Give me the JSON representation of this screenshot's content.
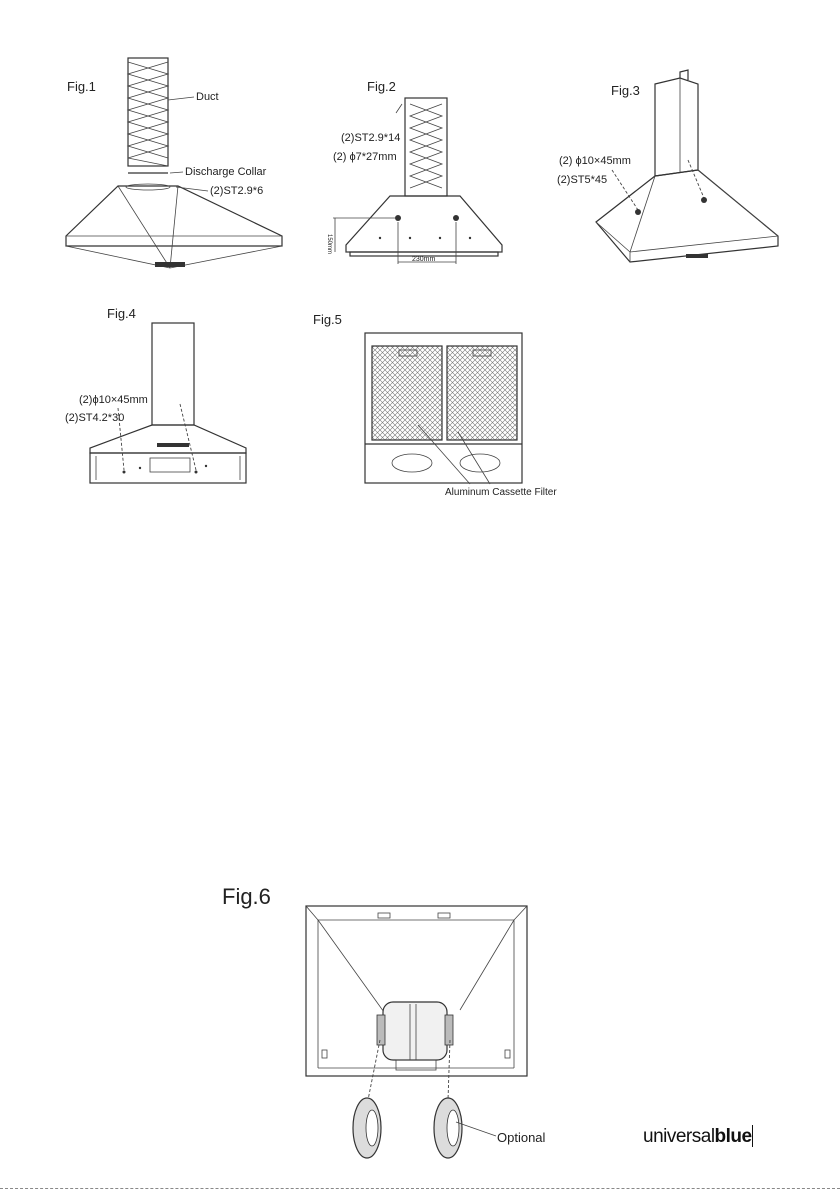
{
  "figures": {
    "fig1": {
      "title": "Fig.1",
      "labels": {
        "duct": "Duct",
        "collar": "Discharge Collar",
        "screw": "(2)ST2.9*6"
      }
    },
    "fig2": {
      "title": "Fig.2",
      "labels": {
        "screw": "(2)ST2.9*14",
        "anchor": "(2) ϕ7*27mm",
        "height": "150mm",
        "width": "230mm"
      }
    },
    "fig3": {
      "title": "Fig.3",
      "labels": {
        "anchor": "(2) ϕ10×45mm",
        "screw": "(2)ST5*45"
      }
    },
    "fig4": {
      "title": "Fig.4",
      "labels": {
        "anchor": "(2)ϕ10×45mm",
        "screw": "(2)ST4.2*30"
      }
    },
    "fig5": {
      "title": "Fig.5",
      "labels": {
        "filter": "Aluminum Cassette Filter"
      }
    },
    "fig6": {
      "title": "Fig.6",
      "labels": {
        "optional": "Optional"
      }
    }
  },
  "brand": {
    "light": "universal",
    "bold": "blue"
  }
}
